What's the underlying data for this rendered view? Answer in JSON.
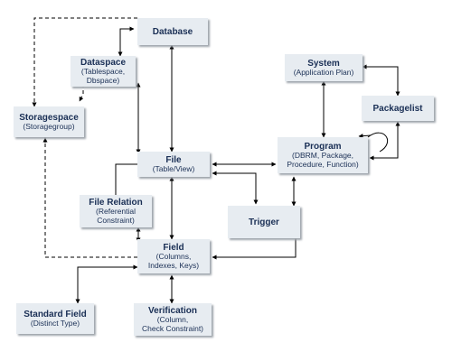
{
  "nodes": {
    "database": {
      "title": "Database",
      "sub": ""
    },
    "dataspace": {
      "title": "Dataspace",
      "sub": "(Tablespace,\nDbspace)"
    },
    "storagespace": {
      "title": "Storagespace",
      "sub": "(Storagegroup)"
    },
    "file": {
      "title": "File",
      "sub": "(Table/View)"
    },
    "file_relation": {
      "title": "File Relation",
      "sub": "(Referential\nConstraint)"
    },
    "field": {
      "title": "Field",
      "sub": "(Columns,\nIndexes, Keys)"
    },
    "standard_field": {
      "title": "Standard Field",
      "sub": "(Distinct Type)"
    },
    "verification": {
      "title": "Verification",
      "sub": "(Column,\nCheck Constraint)"
    },
    "trigger": {
      "title": "Trigger",
      "sub": ""
    },
    "system": {
      "title": "System",
      "sub": "(Application Plan)"
    },
    "packagelist": {
      "title": "Packagelist",
      "sub": ""
    },
    "program": {
      "title": "Program",
      "sub": "(DBRM, Package,\nProcedure, Function)"
    }
  },
  "colors": {
    "node_fill": "#e7ecf1",
    "node_shadow": "#9ea4ab",
    "text": "#1a2f55",
    "line": "#000000"
  }
}
